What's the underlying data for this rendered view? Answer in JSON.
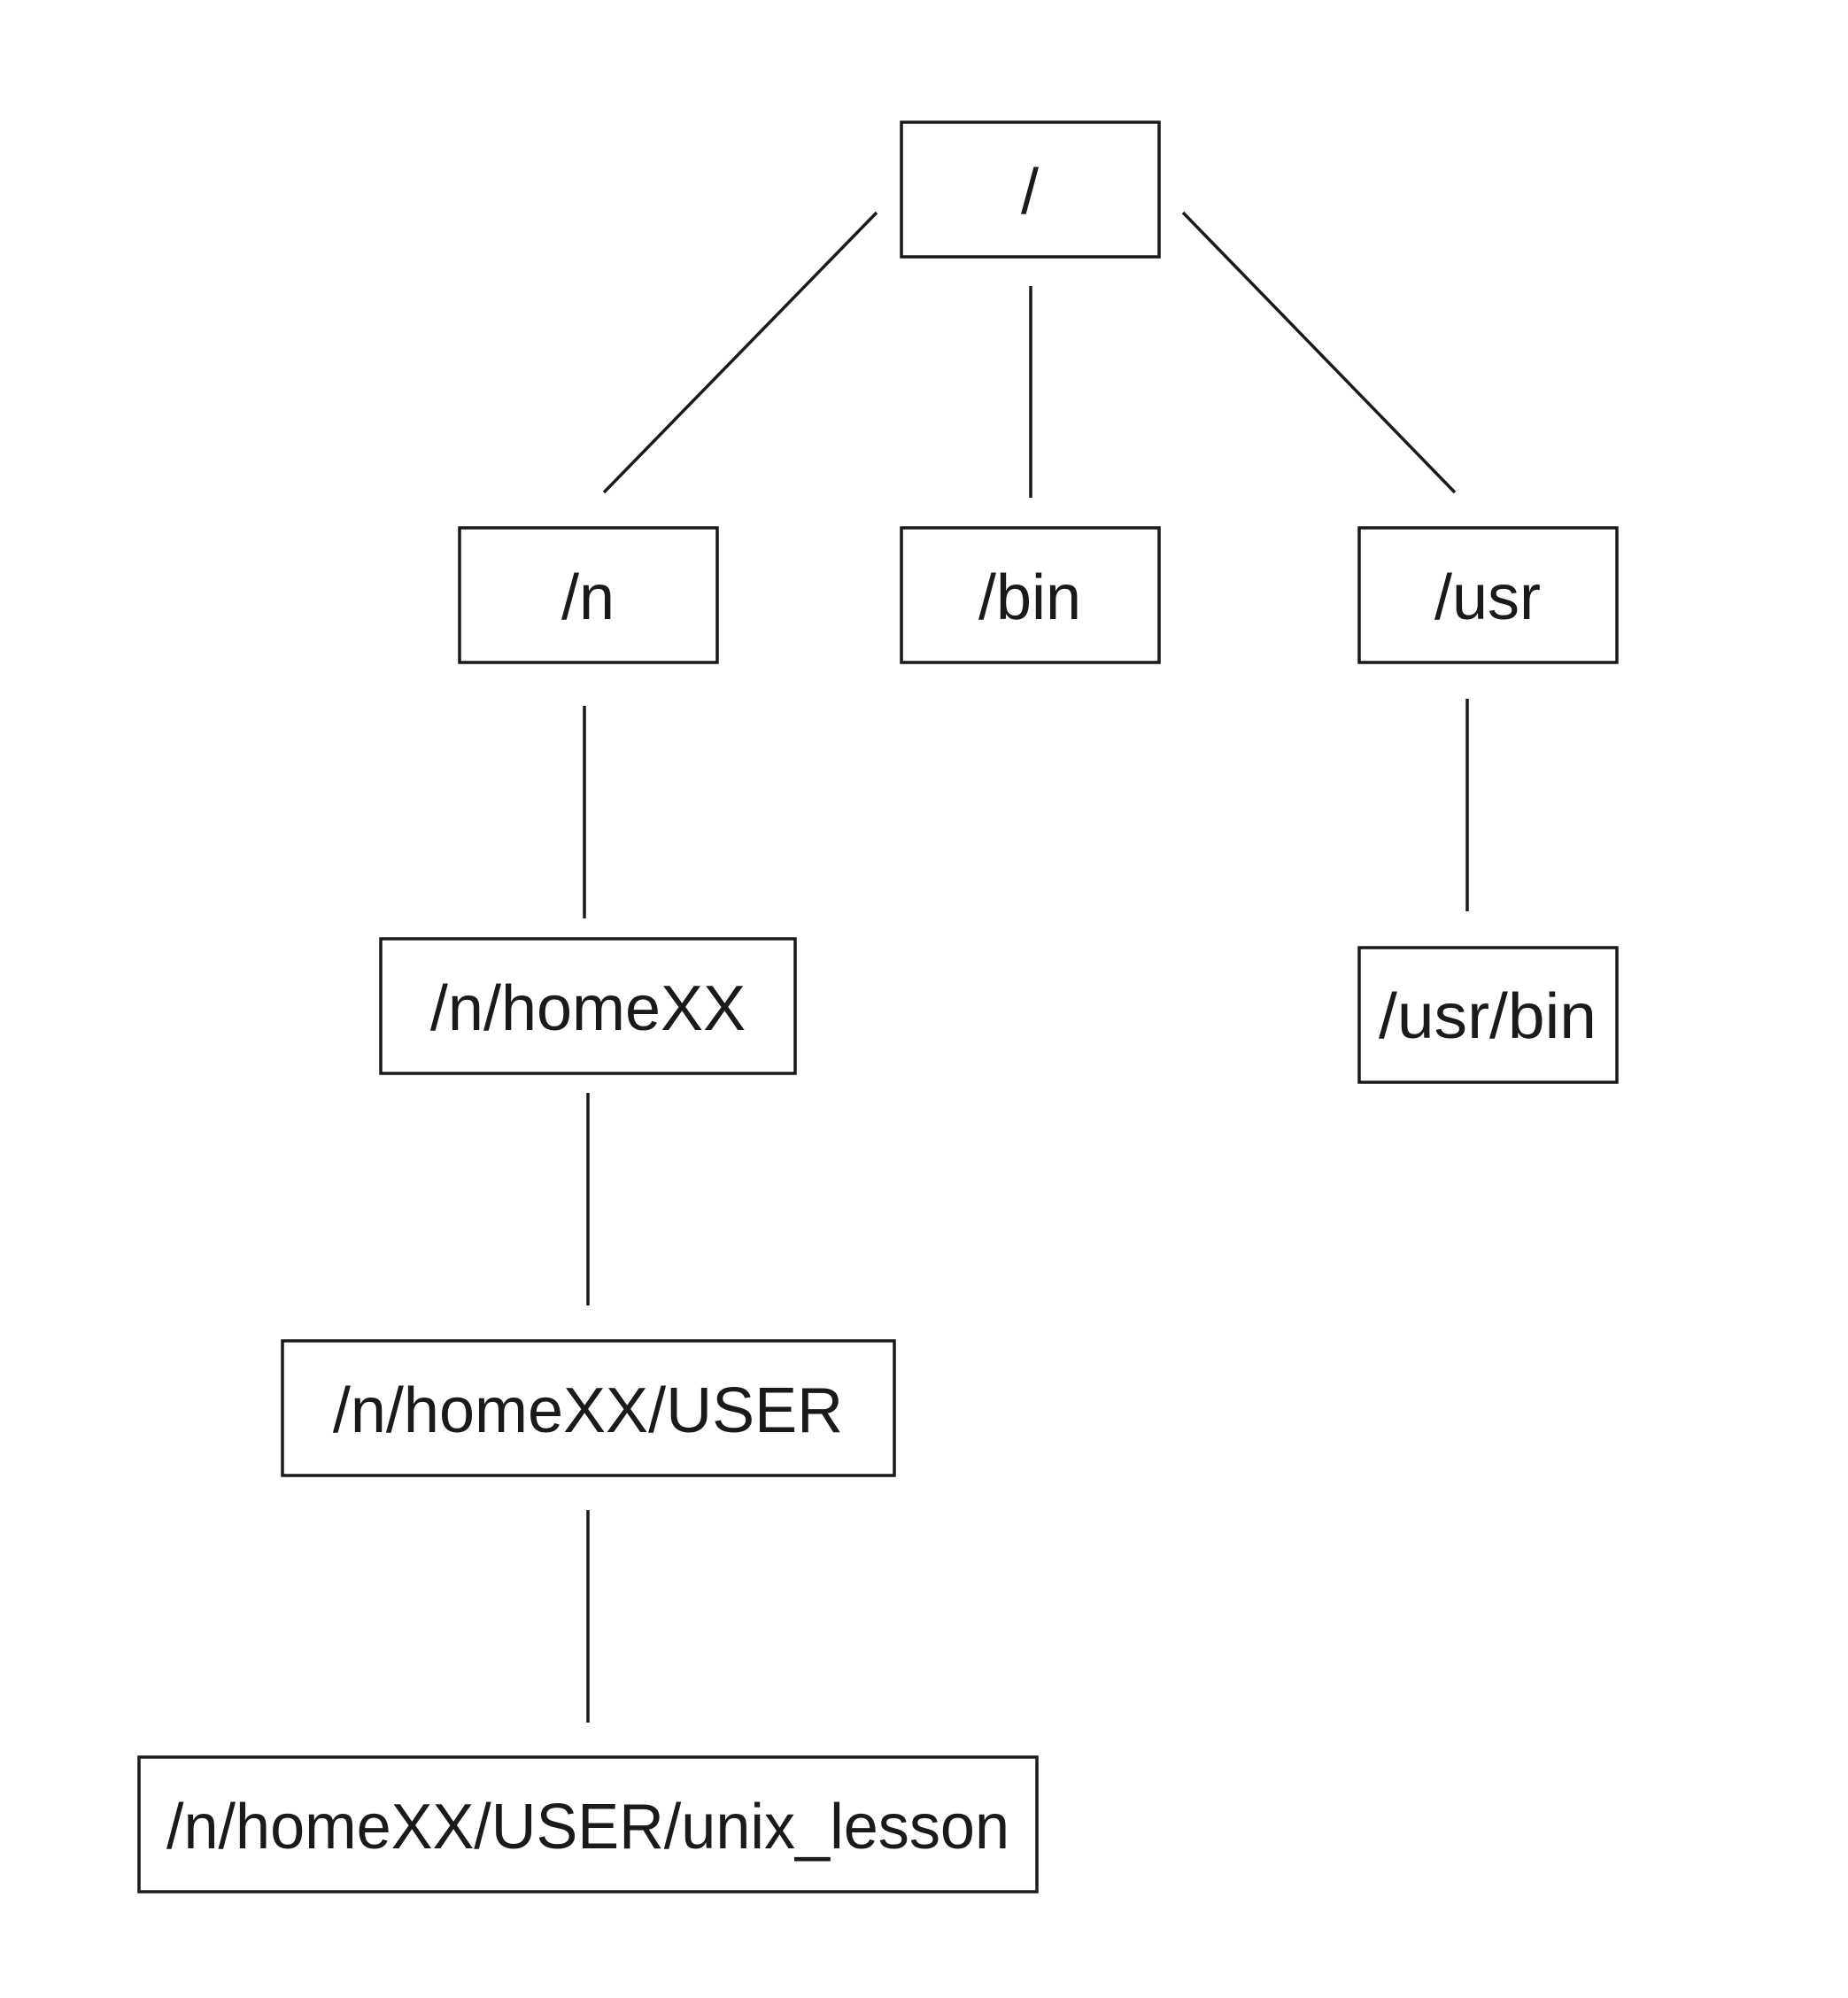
{
  "colors": {
    "background": "#ffffff",
    "stroke": "#1a1a1a",
    "text": "#1a1a1a"
  },
  "nodes": [
    {
      "id": "root",
      "label": "/"
    },
    {
      "id": "n",
      "label": "/n"
    },
    {
      "id": "bin",
      "label": "/bin"
    },
    {
      "id": "usr",
      "label": "/usr"
    },
    {
      "id": "homexx",
      "label": "/n/homeXX"
    },
    {
      "id": "usrbin",
      "label": "/usr/bin"
    },
    {
      "id": "user",
      "label": "/n/homeXX/USER"
    },
    {
      "id": "unixlesson",
      "label": "/n/homeXX/USER/unix_lesson"
    }
  ],
  "edges": [
    {
      "from": "root",
      "to": "n"
    },
    {
      "from": "root",
      "to": "bin"
    },
    {
      "from": "root",
      "to": "usr"
    },
    {
      "from": "n",
      "to": "homexx"
    },
    {
      "from": "homexx",
      "to": "user"
    },
    {
      "from": "user",
      "to": "unixlesson"
    },
    {
      "from": "usr",
      "to": "usrbin"
    }
  ]
}
